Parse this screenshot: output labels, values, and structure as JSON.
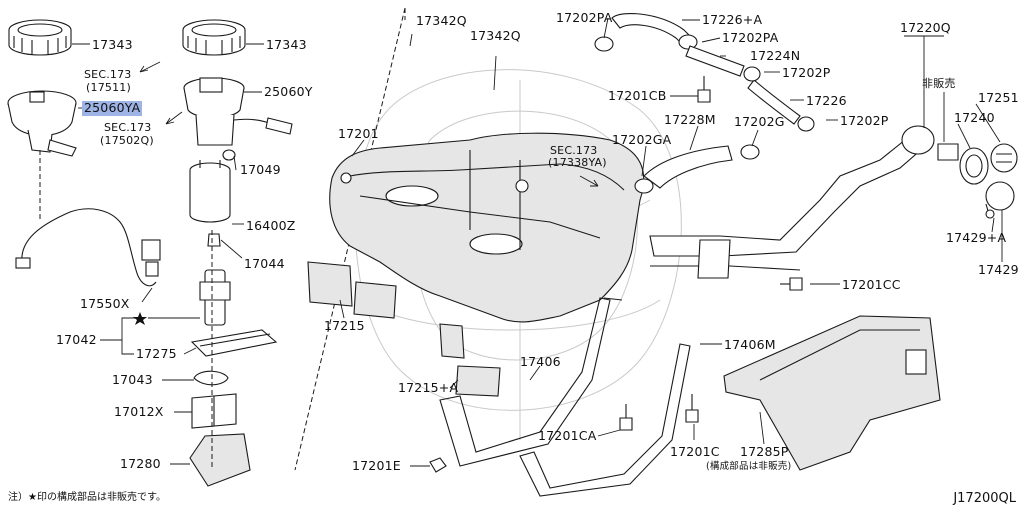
{
  "diagram": {
    "reference_code": "J17200QL",
    "footnote": "注）★印の構成部品は非販売です。",
    "highlight_color": "#9eb4e6"
  },
  "parts": {
    "p17343_a": "17343",
    "p17343_b": "17343",
    "p17342Q_a": "17342Q",
    "p17342Q_b": "17342Q",
    "p25060Y": "25060Y",
    "p25060YA": "25060YA",
    "sec173_17511_a": "SEC.173",
    "sec173_17511_b": "(17511)",
    "sec173_17502Q_a": "SEC.173",
    "sec173_17502Q_b": "(17502Q)",
    "p17049": "17049",
    "p16400Z": "16400Z",
    "p17044": "17044",
    "p17550X": "17550X",
    "p17042": "17042",
    "p17275": "17275",
    "p17043": "17043",
    "p17012X": "17012X",
    "p17280": "17280",
    "p17201": "17201",
    "p17215": "17215",
    "p17215A": "17215+A",
    "p17406": "17406",
    "p17201CA": "17201CA",
    "p17201E": "17201E",
    "p17202PA_a": "17202PA",
    "p17202PA_b": "17202PA",
    "p17226A": "17226+A",
    "p17224N": "17224N",
    "p17202P_a": "17202P",
    "p17202P_b": "17202P",
    "p17201CB": "17201CB",
    "p17226": "17226",
    "p17228M": "17228M",
    "p17202G": "17202G",
    "p17202GA": "17202GA",
    "sec173_17338YA_a": "SEC.173",
    "sec173_17338YA_b": "(17338YA)",
    "p17220Q": "17220Q",
    "hihanbai": "非販売",
    "p17251": "17251",
    "p17240": "17240",
    "p17429A": "17429+A",
    "p17429": "17429",
    "p17201CC": "17201CC",
    "p17406M": "17406M",
    "p17201C": "17201C",
    "p17285P": "17285P",
    "p17285P_note": "(構成部品は非販売)"
  }
}
